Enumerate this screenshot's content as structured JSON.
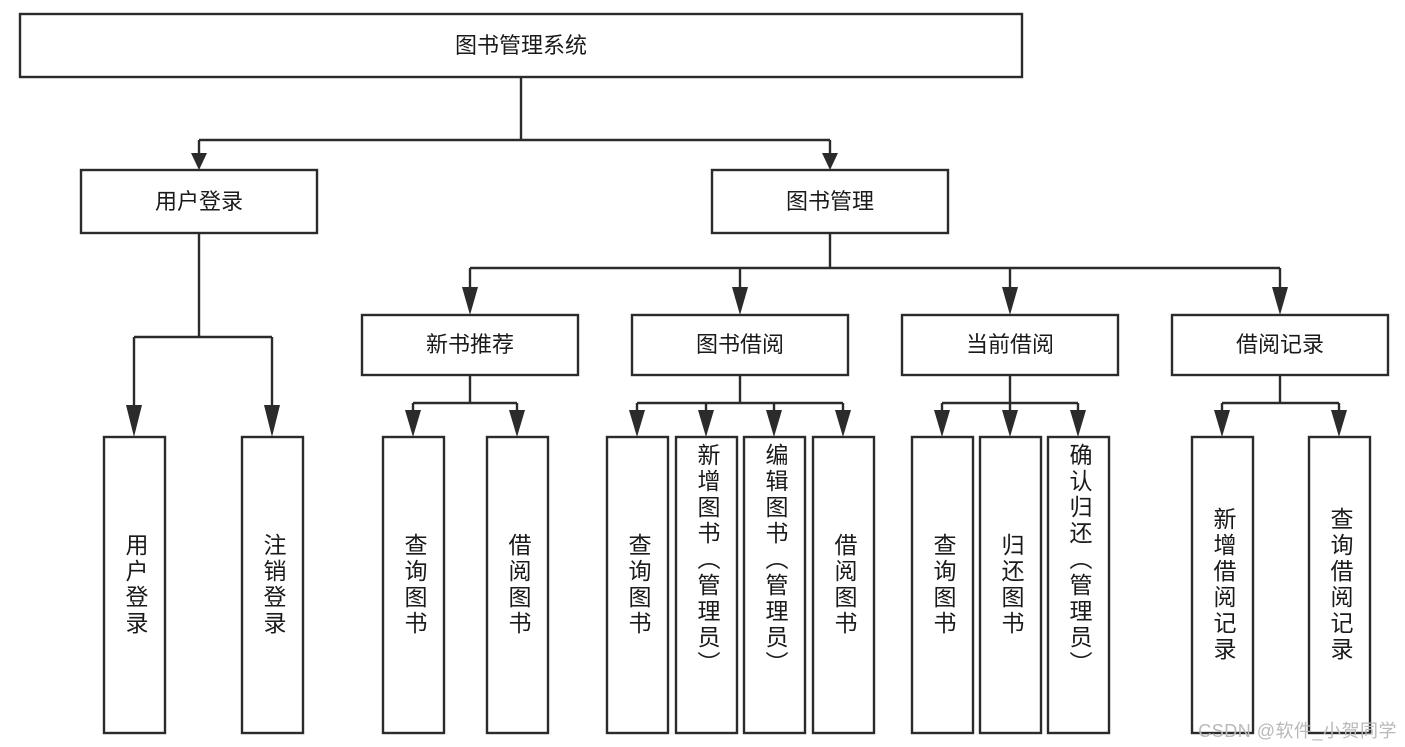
{
  "diagram": {
    "type": "tree-hierarchy",
    "title_node": "图书管理系统",
    "watermark": "CSDN @软件_小贺同学",
    "colors": {
      "stroke": "#2b2b2b",
      "fill": "#ffffff",
      "text": "#1a1a1a",
      "watermark": "#b9b9b9"
    },
    "levels": {
      "root": {
        "label": "图书管理系统"
      },
      "level2": [
        {
          "label": "用户登录"
        },
        {
          "label": "图书管理"
        }
      ],
      "level3": [
        {
          "label": "新书推荐"
        },
        {
          "label": "图书借阅"
        },
        {
          "label": "当前借阅"
        },
        {
          "label": "借阅记录"
        }
      ],
      "leaves": [
        {
          "label": "用户登录",
          "parent": "用户登录"
        },
        {
          "label": "注销登录",
          "parent": "用户登录"
        },
        {
          "label": "查询图书",
          "parent": "新书推荐"
        },
        {
          "label": "借阅图书",
          "parent": "新书推荐"
        },
        {
          "label": "查询图书",
          "parent": "图书借阅"
        },
        {
          "label": "新增图书（管理员）",
          "parent": "图书借阅"
        },
        {
          "label": "编辑图书（管理员）",
          "parent": "图书借阅"
        },
        {
          "label": "借阅图书",
          "parent": "图书借阅"
        },
        {
          "label": "查询图书",
          "parent": "当前借阅"
        },
        {
          "label": "归还图书",
          "parent": "当前借阅"
        },
        {
          "label": "确认归还（管理员）",
          "parent": "当前借阅"
        },
        {
          "label": "新增借阅记录",
          "parent": "借阅记录"
        },
        {
          "label": "查询借阅记录",
          "parent": "借阅记录"
        }
      ]
    }
  }
}
